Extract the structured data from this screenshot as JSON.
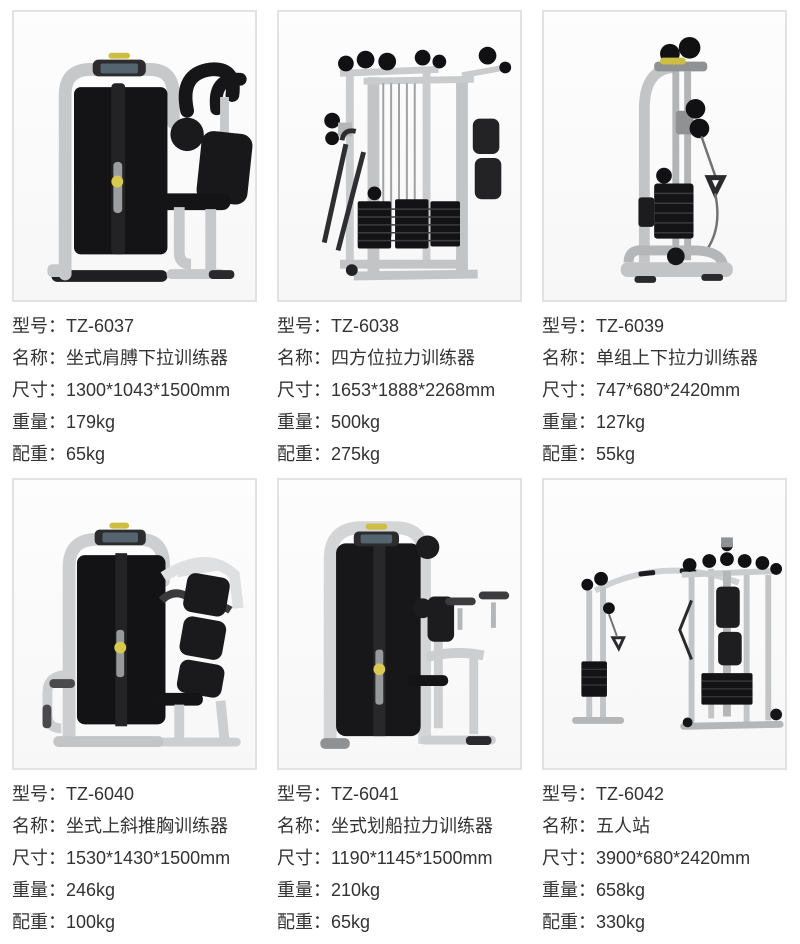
{
  "page": {
    "background": "#ffffff",
    "text_color": "#333333",
    "image_border_color": "#e2e2e2",
    "machine_frame_color": "#c6c8ca",
    "machine_pad_color": "#161618",
    "selector_pin_color": "#d9c94e"
  },
  "labels": {
    "model": "型号：",
    "name": "名称：",
    "size": "尺寸：",
    "weight": "重量：",
    "counterweight": "配重："
  },
  "products": [
    {
      "model": "TZ-6037",
      "name": "坐式肩膊下拉训练器",
      "size": "1300*1043*1500mm",
      "weight": "179kg",
      "counterweight": "65kg",
      "image": "seated-lat-pulldown-machine"
    },
    {
      "model": "TZ-6038",
      "name": "四方位拉力训练器",
      "size": "1653*1888*2268mm",
      "weight": "500kg",
      "counterweight": "275kg",
      "image": "four-station-cable-machine"
    },
    {
      "model": "TZ-6039",
      "name": "单组上下拉力训练器",
      "size": "747*680*2420mm",
      "weight": "127kg",
      "counterweight": "55kg",
      "image": "single-column-pulley-tower"
    },
    {
      "model": "TZ-6040",
      "name": "坐式上斜推胸训练器",
      "size": "1530*1430*1500mm",
      "weight": "246kg",
      "counterweight": "100kg",
      "image": "seated-incline-chest-press-machine"
    },
    {
      "model": "TZ-6041",
      "name": "坐式划船拉力训练器",
      "size": "1190*1145*1500mm",
      "weight": "210kg",
      "counterweight": "65kg",
      "image": "seated-row-machine"
    },
    {
      "model": "TZ-6042",
      "name": "五人站",
      "size": "3900*680*2420mm",
      "weight": "658kg",
      "counterweight": "330kg",
      "image": "five-person-multi-station"
    }
  ]
}
